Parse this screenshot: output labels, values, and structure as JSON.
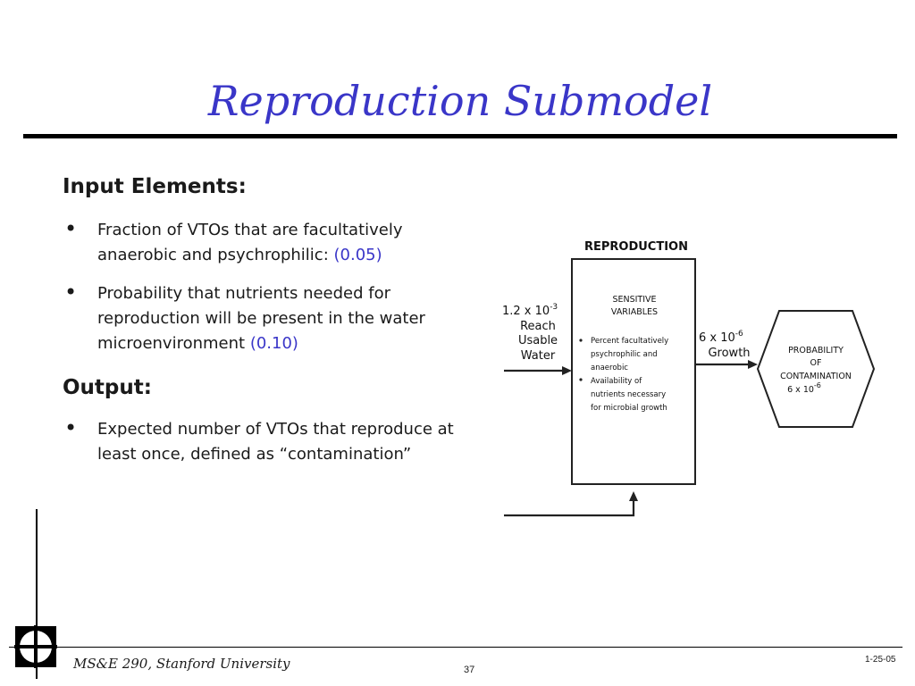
{
  "slide": {
    "title": "Reproduction Submodel"
  },
  "content": {
    "input_heading": "Input Elements:",
    "input_bullets": [
      {
        "text": "Fraction of VTOs that are facultatively anaerobic and psychrophilic: ",
        "value": "(0.05)"
      },
      {
        "text": "Probability that nutrients needed for reproduction will be present in the water microenvironment ",
        "value": "(0.10)"
      }
    ],
    "output_heading": "Output:",
    "output_bullets": [
      {
        "text": "Expected number of VTOs that reproduce at least once, defined as “contamination”"
      }
    ],
    "bullet_glyph": "•"
  },
  "diagram": {
    "box_title": "REPRODUCTION",
    "sensitive_line1": "SENSITIVE",
    "sensitive_line2": "VARIABLES",
    "variables": [
      [
        "Percent  facultatively",
        "psychrophilic  and",
        "anaerobic"
      ],
      [
        "Availability  of",
        "nutrients  necessary",
        "for  microbial  growth"
      ]
    ],
    "input_value": "1.2  x  10",
    "input_exp": "-3",
    "input_label": [
      "Reach",
      "Usable",
      "Water"
    ],
    "output_value": "6  x  10",
    "output_exp": "-6",
    "output_label": "Growth",
    "hex_lines": [
      "PROBABILITY",
      "OF",
      "CONTAMINATION"
    ],
    "hex_value": "6  x  10",
    "hex_exp": "-6"
  },
  "footer": {
    "course": "MS&E 290, Stanford University",
    "page": "37",
    "date": "1-25-05"
  },
  "colors": {
    "accent": "#3a36c8",
    "text": "#1a1a1a",
    "rule": "#000000"
  }
}
